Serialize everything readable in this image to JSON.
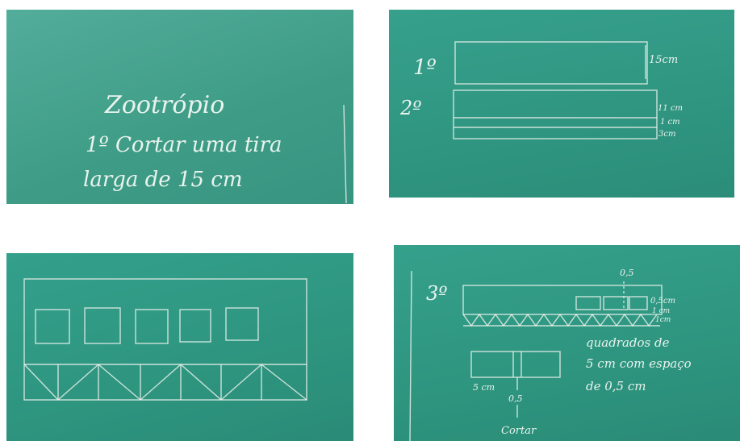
{
  "photos": [
    {
      "lines": [
        "Zootrópio",
        "1º Cortar uma tira",
        "larga de 15 cm"
      ]
    },
    {
      "labels": {
        "step1": "1º",
        "step2": "2º",
        "m15": "15cm",
        "m11": "11 cm",
        "m1": "1 cm",
        "m3": "3cm"
      }
    },
    {
      "labels": {}
    },
    {
      "labels": {
        "step3": "3º",
        "gap_top": "0,5",
        "m5": "0,5cm",
        "m1a": "1 cm",
        "m1b": "1cm",
        "note1": "quadrados de",
        "note2": "5 cm com espaço",
        "note3": "de 0,5 cm",
        "w5": "5 cm",
        "gap_bottom": "0,5",
        "cut": "Cortar"
      }
    }
  ],
  "colors": {
    "board": "#3a9e8a",
    "chalk": "#e9f3ee"
  }
}
